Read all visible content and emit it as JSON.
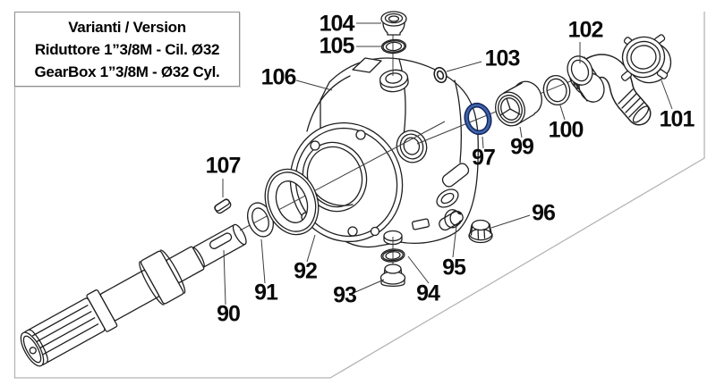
{
  "info_box": {
    "line1": "Varianti / Version",
    "line2": "Riduttore 1”3/8M - Cil. Ø32",
    "line3": "GearBox 1”3/8M - Ø32 Cyl."
  },
  "labels": [
    {
      "id": "90",
      "text": "90"
    },
    {
      "id": "91",
      "text": "91"
    },
    {
      "id": "92",
      "text": "92"
    },
    {
      "id": "93",
      "text": "93"
    },
    {
      "id": "94",
      "text": "94"
    },
    {
      "id": "95",
      "text": "95"
    },
    {
      "id": "96",
      "text": "96"
    },
    {
      "id": "97",
      "text": "97"
    },
    {
      "id": "99",
      "text": "99"
    },
    {
      "id": "100",
      "text": "100"
    },
    {
      "id": "101",
      "text": "101"
    },
    {
      "id": "102",
      "text": "102"
    },
    {
      "id": "103",
      "text": "103"
    },
    {
      "id": "104",
      "text": "104"
    },
    {
      "id": "105",
      "text": "105"
    },
    {
      "id": "106",
      "text": "106"
    },
    {
      "id": "107",
      "text": "107"
    }
  ],
  "colors": {
    "line": "#1f1f1f",
    "accent_oring": "#4066b0",
    "accent_oring_outline": "#172a5e",
    "frame": "#b5b5b5",
    "background": "#ffffff",
    "text": "#0a0a0a"
  }
}
